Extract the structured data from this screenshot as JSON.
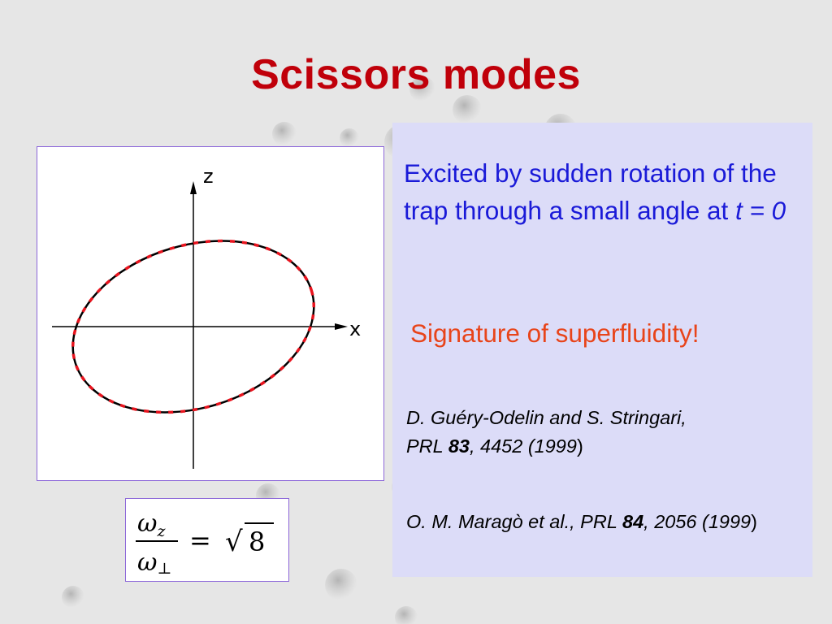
{
  "slide": {
    "title": "Scissors modes",
    "colors": {
      "title": "#c0000a",
      "body_blue": "#1a1ad8",
      "highlight_red": "#e8441a",
      "panel": "#dcdcf8",
      "frame": "#8c66d9",
      "ellipse_dash": "#e8141e"
    }
  },
  "figure": {
    "axis_x_label": "X",
    "axis_z_label": "Z"
  },
  "formula": {
    "numerator": "ωz",
    "numerator_base": "ω",
    "numerator_sub": "z",
    "denominator_base": "ω",
    "denominator_sub": "⊥",
    "equals": "=",
    "radical": "√",
    "radicand": "8"
  },
  "text": {
    "excited_main": "Excited by sudden rotation of the trap through a small angle at",
    "excited_t": "t = 0",
    "signature": "Signature of superfluidity!"
  },
  "references": [
    {
      "authors": "D. Guéry-Odelin and S. Stringari,",
      "journal": "PRL",
      "volume": "83",
      "pages": ", 4452 (1999",
      "close": ")"
    },
    {
      "authors": "O. M. Maragò et al., PRL",
      "volume": "84",
      "pages": ", 2056 (1999",
      "close": ")"
    }
  ]
}
